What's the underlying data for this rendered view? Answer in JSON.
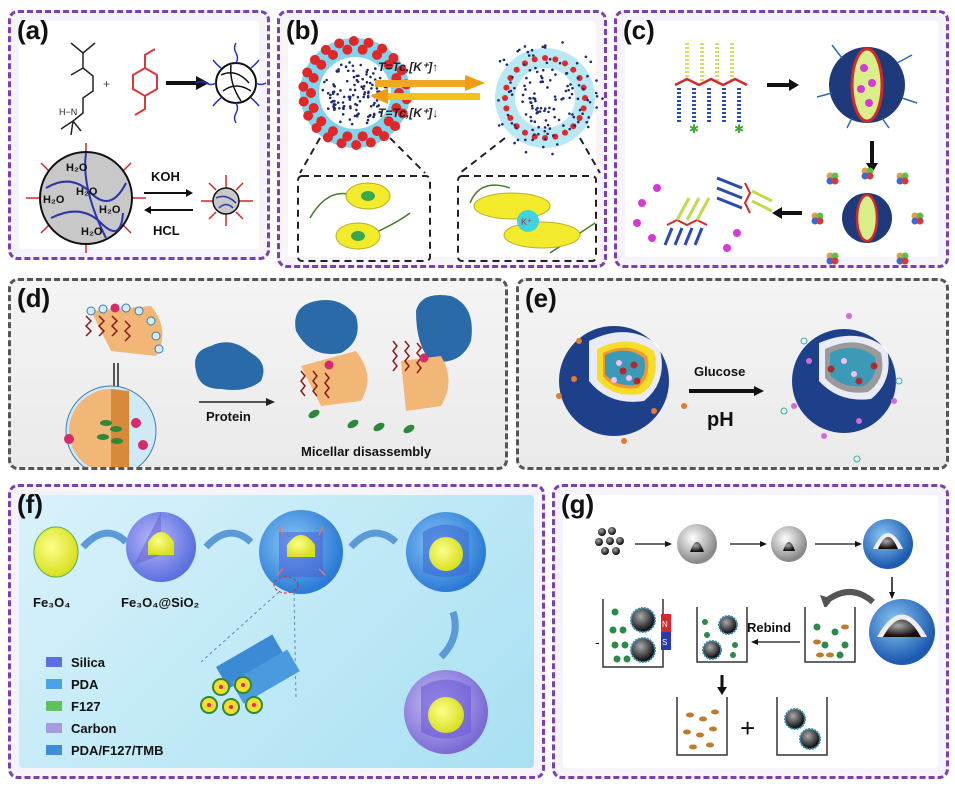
{
  "figure": {
    "panels": {
      "a": {
        "label": "(a)",
        "water": "H₂O",
        "forward_reagent": "KOH",
        "reverse_reagent": "HCL",
        "amine": "H−N"
      },
      "b": {
        "label": "(b)",
        "forward_condition": "T=Tc,[K⁺]↑",
        "reverse_condition": "T=Tc,[K⁺]↓",
        "ion": "K⁺"
      },
      "c": {
        "label": "(c)"
      },
      "d": {
        "label": "(d)",
        "arrow_label": "Protein",
        "caption": "Micellar disassembly"
      },
      "e": {
        "label": "(e)",
        "arrow_top": "Glucose",
        "arrow_bottom": "pH"
      },
      "f": {
        "label": "(f)",
        "step1": "Fe₃O₄",
        "step2": "Fe₃O₄@SiO₂",
        "legend": [
          {
            "name": "Silica",
            "color": "#5b6fe0"
          },
          {
            "name": "PDA",
            "color": "#4aa3e8"
          },
          {
            "name": "F127",
            "color": "#5fc25a"
          },
          {
            "name": "Carbon",
            "color": "#a69be0"
          },
          {
            "name": "PDA/F127/TMB",
            "color": "#3b8fd6"
          }
        ]
      },
      "g": {
        "label": "(g)",
        "rebind": "Rebind",
        "magnet_n": "N",
        "magnet_s": "S",
        "plus": "+"
      }
    }
  }
}
